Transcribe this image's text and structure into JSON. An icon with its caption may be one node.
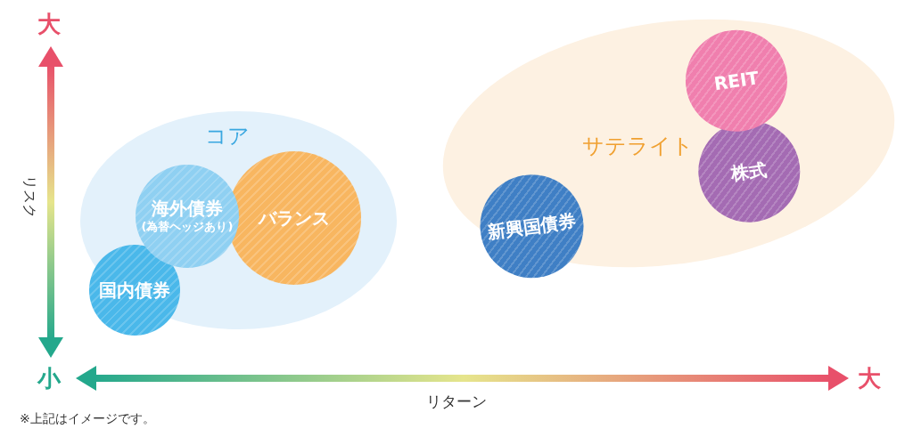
{
  "diagram": {
    "caption": "※上記はイメージです。",
    "nodes": [
      {
        "text": [
          "コア"
        ]
      },
      {
        "text": [
          "海外債券",
          "(為替ヘッジあり)"
        ],
        "in": 0
      },
      {
        "text": [
          "バランス"
        ],
        "in": 0
      },
      {
        "text": [
          "国内債券"
        ],
        "in": 0
      },
      {
        "text": [
          "サテライト"
        ]
      },
      {
        "text": [
          "REIT"
        ],
        "in": 4
      },
      {
        "text": [
          "株式"
        ],
        "in": 4
      },
      {
        "text": [
          "新興国債券"
        ],
        "in": 4
      }
    ],
    "edges": [],
    "labels": [
      "大",
      "リスク",
      "小",
      "大",
      "リターン"
    ]
  }
}
